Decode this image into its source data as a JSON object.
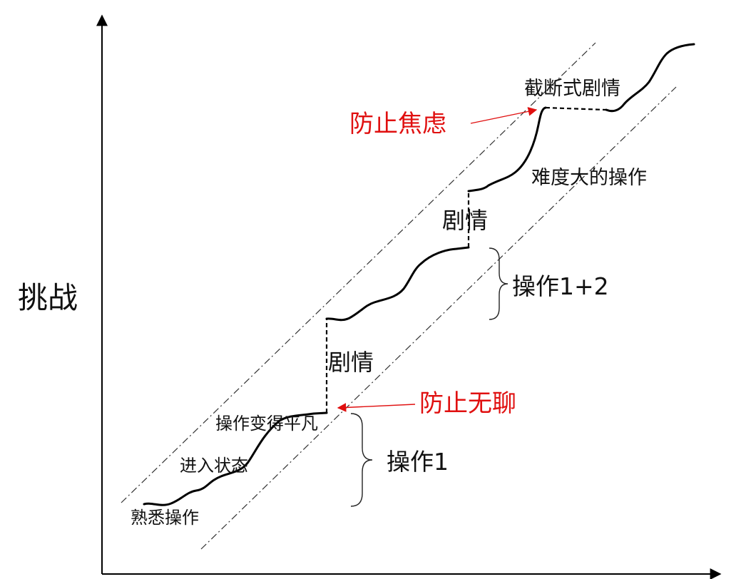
{
  "colors": {
    "annotation_red": "#e01010",
    "curve": "#000000",
    "text": "#111111"
  },
  "axis": {
    "y_label": "挑战"
  },
  "labels": {
    "familiar": "熟悉操作",
    "enter_state": "进入状态",
    "becomes_ordinary": "操作变得平凡",
    "story_1": "剧情",
    "story_2": "剧情",
    "cutscene": "截断式剧情",
    "hard_ops": "难度大的操作",
    "ops_1": "操作1",
    "ops_1_2": "操作1+2"
  },
  "annotations": {
    "prevent_boredom": "防止无聊",
    "prevent_anxiety": "防止焦虑"
  }
}
